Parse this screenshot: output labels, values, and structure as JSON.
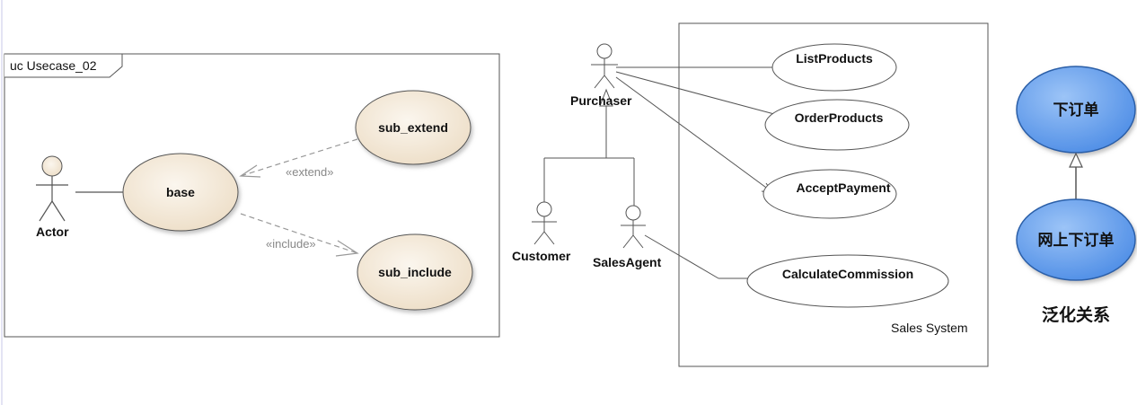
{
  "frame": {
    "title": "uc Usecase_02"
  },
  "left_diagram": {
    "actor": "Actor",
    "base": "base",
    "sub_extend": "sub_extend",
    "sub_include": "sub_include",
    "extend_stereotype": "«extend»",
    "include_stereotype": "«include»"
  },
  "middle_diagram": {
    "purchaser": "Purchaser",
    "customer": "Customer",
    "sales_agent": "SalesAgent",
    "system_name": "Sales System",
    "use_cases": {
      "list_products": "ListProducts",
      "order_products": "OrderProducts",
      "accept_payment": "AcceptPayment",
      "calculate_commission": "CalculateCommission"
    }
  },
  "right_diagram": {
    "top_use_case": "下订单",
    "bottom_use_case": "网上下订单",
    "caption": "泛化关系"
  },
  "colors": {
    "use_case_fill": "#f3e8d8",
    "actor_fill": "#efdcc6",
    "blue_fill": "#6ea6ee",
    "blue_stroke": "#2b5fa8",
    "line": "#555555",
    "dashed": "#999999"
  }
}
